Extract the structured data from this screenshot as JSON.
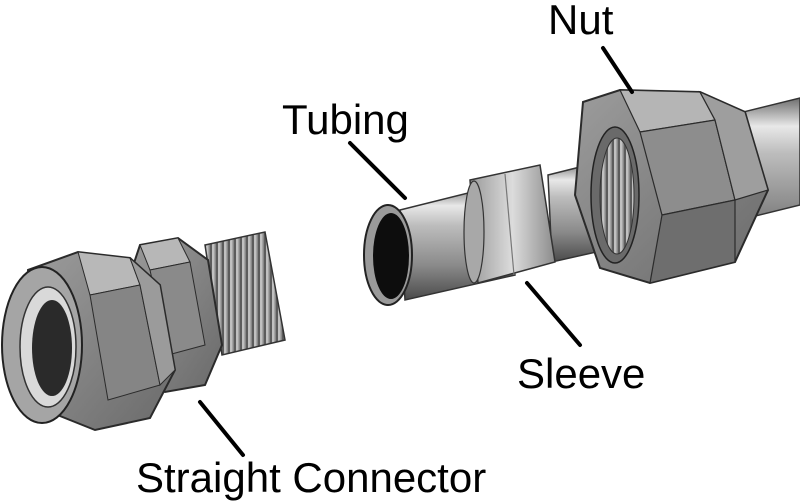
{
  "labels": {
    "nut": "Nut",
    "tubing": "Tubing",
    "sleeve": "Sleeve",
    "straight_connector": "Straight Connector"
  }
}
